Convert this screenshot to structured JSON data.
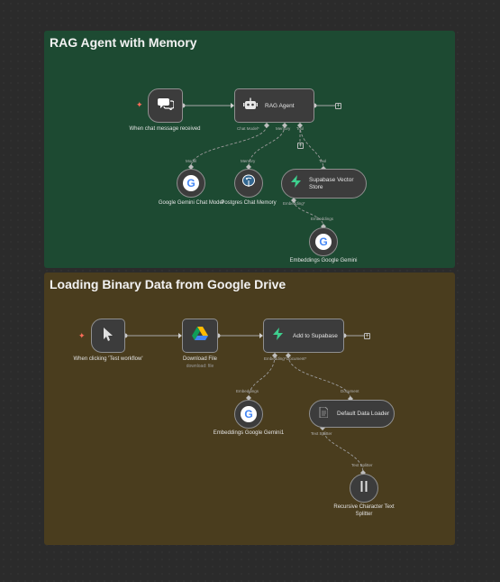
{
  "stickies": {
    "rag": {
      "title": "RAG Agent with Memory",
      "color": "#1d4a32"
    },
    "loading": {
      "title": "Loading Binary Data from Google Drive",
      "color": "#4a3d1e"
    }
  },
  "nodes": {
    "chat_trigger": {
      "label": "When chat message received",
      "icon": "chat-bubbles-icon"
    },
    "rag_agent": {
      "label": "RAG Agent",
      "icon": "robot-icon"
    },
    "gemini_chat": {
      "label": "Google Gemini Chat Model",
      "icon": "google-g-icon"
    },
    "postgres_memory": {
      "label": "Postgres Chat Memory",
      "icon": "postgres-elephant-icon"
    },
    "supabase_store": {
      "label": "Supabase Vector Store",
      "icon": "supabase-bolt-icon"
    },
    "embeddings_gemini": {
      "label": "Embeddings Google Gemini",
      "icon": "google-g-icon"
    },
    "manual_trigger": {
      "label": "When clicking 'Test workflow'",
      "icon": "cursor-pointer-icon"
    },
    "download_file": {
      "label": "Download File",
      "sublabel": "download: file",
      "icon": "google-drive-icon"
    },
    "add_supabase": {
      "label": "Add to Supabase",
      "icon": "supabase-bolt-icon"
    },
    "embeddings_gemini1": {
      "label": "Embeddings Google Gemini1",
      "icon": "google-g-icon"
    },
    "default_loader": {
      "label": "Default Data Loader",
      "icon": "document-icon"
    },
    "text_splitter": {
      "label": "Recursive Character Text Splitter",
      "icon": "splitter-icon"
    }
  },
  "ports": {
    "chat_model": "Chat Model*",
    "memory": "Memory",
    "tool": "Tool",
    "model": "Model",
    "memory_in": "Memory",
    "tool_in": "Tool",
    "embedding_out": "Embedding*",
    "embeddings_in": "Embeddings",
    "embedding_out2": "Embedding*",
    "document_out": "Document*",
    "embeddings_in2": "Embeddings",
    "document_in": "Document",
    "text_splitter_out": "Text Splitter",
    "text_splitter_in": "Text Splitter"
  },
  "icons": {
    "trigger": "lightning-icon",
    "add": "plus-icon"
  },
  "colors": {
    "trigger_accent": "#ff6d5a",
    "supabase": "#3ecf8e",
    "node_bg": "#3c3c3c"
  }
}
